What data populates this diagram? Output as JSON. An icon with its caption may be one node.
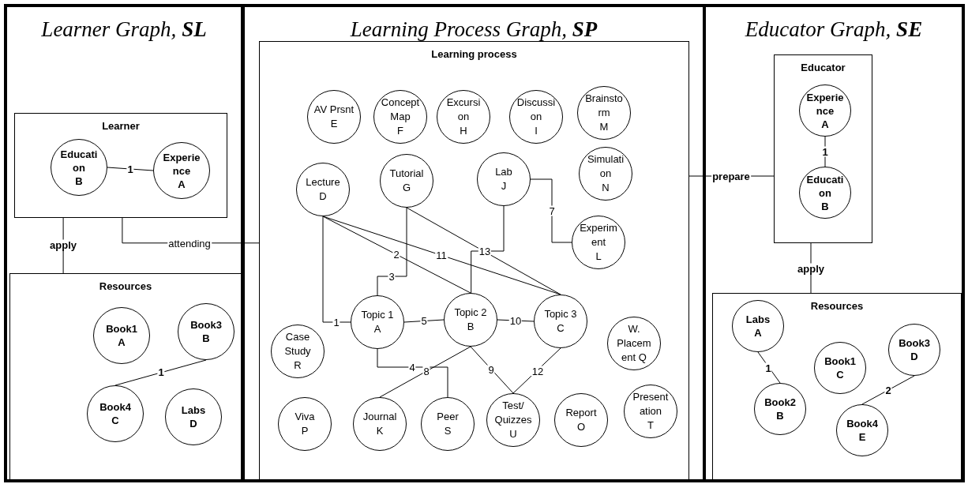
{
  "diagram": {
    "nodes": [
      {
        "text": [
          "Learner Graph, **SL**"
        ]
      },
      {
        "text": [
          "Learner"
        ],
        "in": 0
      },
      {
        "text": [
          "Educati on",
          "B"
        ],
        "in": 1
      },
      {
        "text": [
          "Experie nce",
          "A"
        ],
        "in": 1
      },
      {
        "text": [
          "Resources"
        ],
        "in": 0
      },
      {
        "text": [
          "Book1",
          "A"
        ],
        "in": 4
      },
      {
        "text": [
          "Book3",
          "B"
        ],
        "in": 4
      },
      {
        "text": [
          "Book4",
          "C"
        ],
        "in": 4
      },
      {
        "text": [
          "Labs",
          "D"
        ],
        "in": 4
      },
      {
        "text": [
          "Learning Process Graph, **SP**"
        ]
      },
      {
        "text": [
          "Learning process"
        ],
        "in": 9
      },
      {
        "text": [
          "AV Prsnt",
          "E"
        ],
        "in": 10
      },
      {
        "text": [
          "Concept Map",
          "F"
        ],
        "in": 10
      },
      {
        "text": [
          "Excursi on",
          "H"
        ],
        "in": 10
      },
      {
        "text": [
          "Discussi on",
          "I"
        ],
        "in": 10
      },
      {
        "text": [
          "Brainsto rm",
          "M"
        ],
        "in": 10
      },
      {
        "text": [
          "Lecture",
          "D"
        ],
        "in": 10
      },
      {
        "text": [
          "Tutorial",
          "G"
        ],
        "in": 10
      },
      {
        "text": [
          "Lab",
          "J"
        ],
        "in": 10
      },
      {
        "text": [
          "Simulati on",
          "N"
        ],
        "in": 10
      },
      {
        "text": [
          "Experim ent",
          "L"
        ],
        "in": 10
      },
      {
        "text": [
          "Topic 1",
          "A"
        ],
        "in": 10
      },
      {
        "text": [
          "Topic 2",
          "B"
        ],
        "in": 10
      },
      {
        "text": [
          "Topic 3",
          "C"
        ],
        "in": 10
      },
      {
        "text": [
          "Case Study",
          "R"
        ],
        "in": 10
      },
      {
        "text": [
          "W. Placem ent Q"
        ],
        "in": 10
      },
      {
        "text": [
          "Viva",
          "P"
        ],
        "in": 10
      },
      {
        "text": [
          "Journal",
          "K"
        ],
        "in": 10
      },
      {
        "text": [
          "Peer",
          "S"
        ],
        "in": 10
      },
      {
        "text": [
          "Test/ Quizzes",
          "U"
        ],
        "in": 10
      },
      {
        "text": [
          "Report",
          "O"
        ],
        "in": 10
      },
      {
        "text": [
          "Present ation",
          "T"
        ],
        "in": 10
      },
      {
        "text": [
          "Educator Graph, **SE**"
        ]
      },
      {
        "text": [
          "Educator"
        ],
        "in": 32
      },
      {
        "text": [
          "Experie nce",
          "A"
        ],
        "in": 33
      },
      {
        "text": [
          "Educati on",
          "B"
        ],
        "in": 33
      },
      {
        "text": [
          "Resources"
        ],
        "in": 32
      },
      {
        "text": [
          "Labs",
          "A"
        ],
        "in": 36
      },
      {
        "text": [
          "Book1",
          "C"
        ],
        "in": 36
      },
      {
        "text": [
          "Book3",
          "D"
        ],
        "in": 36
      },
      {
        "text": [
          "Book2",
          "B"
        ],
        "in": 36
      },
      {
        "text": [
          "Book4",
          "E"
        ],
        "in": 36
      }
    ],
    "edges": [
      {
        "from": 2,
        "to": 3,
        "arrow": "none",
        "label": "1"
      },
      {
        "from": 1,
        "to": 4,
        "arrow": "none",
        "label": "apply"
      },
      {
        "from": 6,
        "to": 7,
        "arrow": "none",
        "label": "1"
      },
      {
        "from": 1,
        "to": 10,
        "arrow": "none",
        "label": "attending"
      },
      {
        "from": 16,
        "to": 21,
        "arrow": "none",
        "label": "1"
      },
      {
        "from": 17,
        "to": 21,
        "arrow": "none",
        "label": "3"
      },
      {
        "from": 16,
        "to": 22,
        "arrow": "none",
        "label": "2"
      },
      {
        "from": 16,
        "to": 23,
        "arrow": "none",
        "label": "11"
      },
      {
        "from": 17,
        "to": 23,
        "arrow": "none"
      },
      {
        "from": 18,
        "to": 22,
        "arrow": "none",
        "label": "13"
      },
      {
        "from": 18,
        "to": 20,
        "arrow": "none",
        "label": "7"
      },
      {
        "from": 21,
        "to": 22,
        "arrow": "none",
        "label": "5"
      },
      {
        "from": 22,
        "to": 23,
        "arrow": "none",
        "label": "10"
      },
      {
        "from": 21,
        "to": 28,
        "arrow": "none",
        "label": "4"
      },
      {
        "from": 22,
        "to": 27,
        "arrow": "none",
        "label": "8"
      },
      {
        "from": 22,
        "to": 29,
        "arrow": "none",
        "label": "9"
      },
      {
        "from": 23,
        "to": 29,
        "arrow": "none",
        "label": "12"
      },
      {
        "from": 10,
        "to": 33,
        "arrow": "none",
        "label": "prepare"
      },
      {
        "from": 34,
        "to": 35,
        "arrow": "none",
        "label": "1"
      },
      {
        "from": 33,
        "to": 36,
        "arrow": "none",
        "label": "apply"
      },
      {
        "from": 37,
        "to": 40,
        "arrow": "none",
        "label": "1"
      },
      {
        "from": 39,
        "to": 41,
        "arrow": "none",
        "label": "2"
      }
    ]
  }
}
